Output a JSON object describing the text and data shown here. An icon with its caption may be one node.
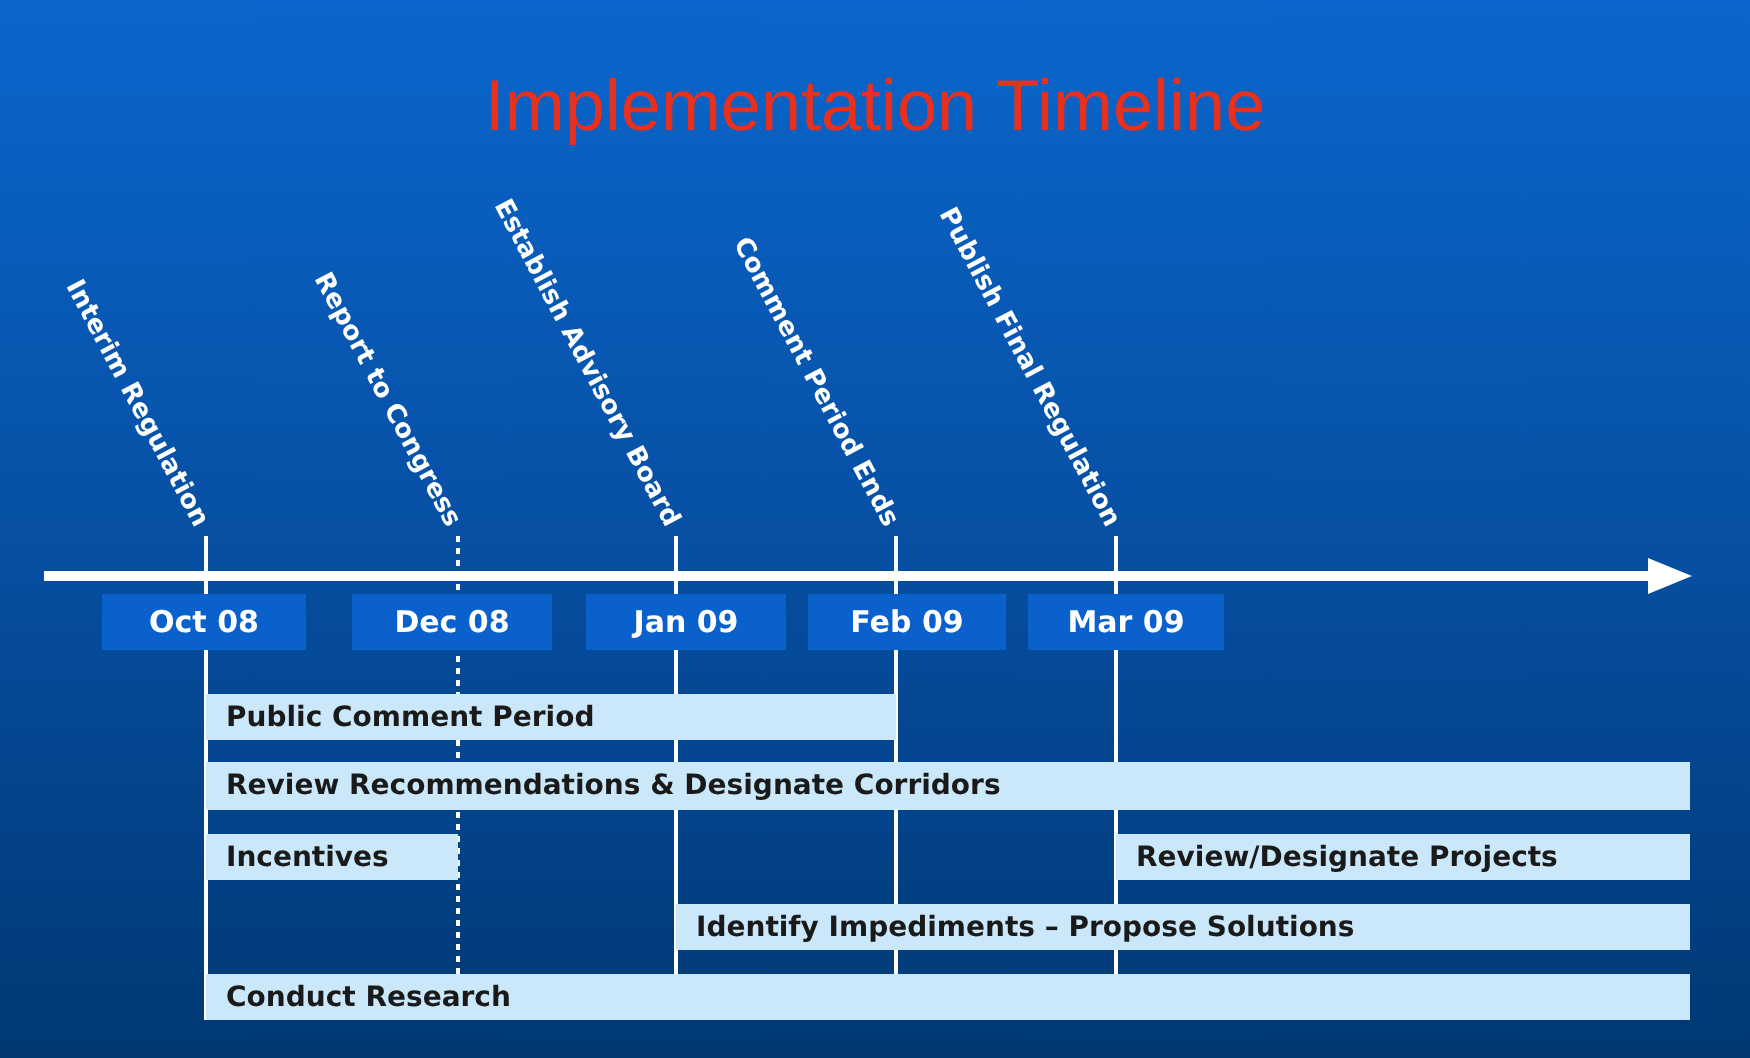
{
  "diagram": {
    "title": "Implementation Timeline",
    "nodes": [
      {
        "text": [
          "Oct 08"
        ]
      },
      {
        "text": [
          "Dec 08"
        ]
      },
      {
        "text": [
          "Jan 09"
        ]
      },
      {
        "text": [
          "Feb 09"
        ]
      },
      {
        "text": [
          "Mar 09"
        ]
      },
      {
        "text": [
          "Public Comment Period"
        ]
      },
      {
        "text": [
          "Review Recommendations & Designate Corridors"
        ]
      },
      {
        "text": [
          "Incentives"
        ]
      },
      {
        "text": [
          "Review/Designate Projects"
        ]
      },
      {
        "text": [
          "Identify Impediments – Propose Solutions"
        ]
      },
      {
        "text": [
          "Conduct Research"
        ]
      }
    ],
    "edges": [],
    "labels": [
      "Interim Regulation",
      "Report to Congress",
      "Establish Advisory Board",
      "Comment Period Ends",
      "Publish Final Regulation"
    ]
  }
}
